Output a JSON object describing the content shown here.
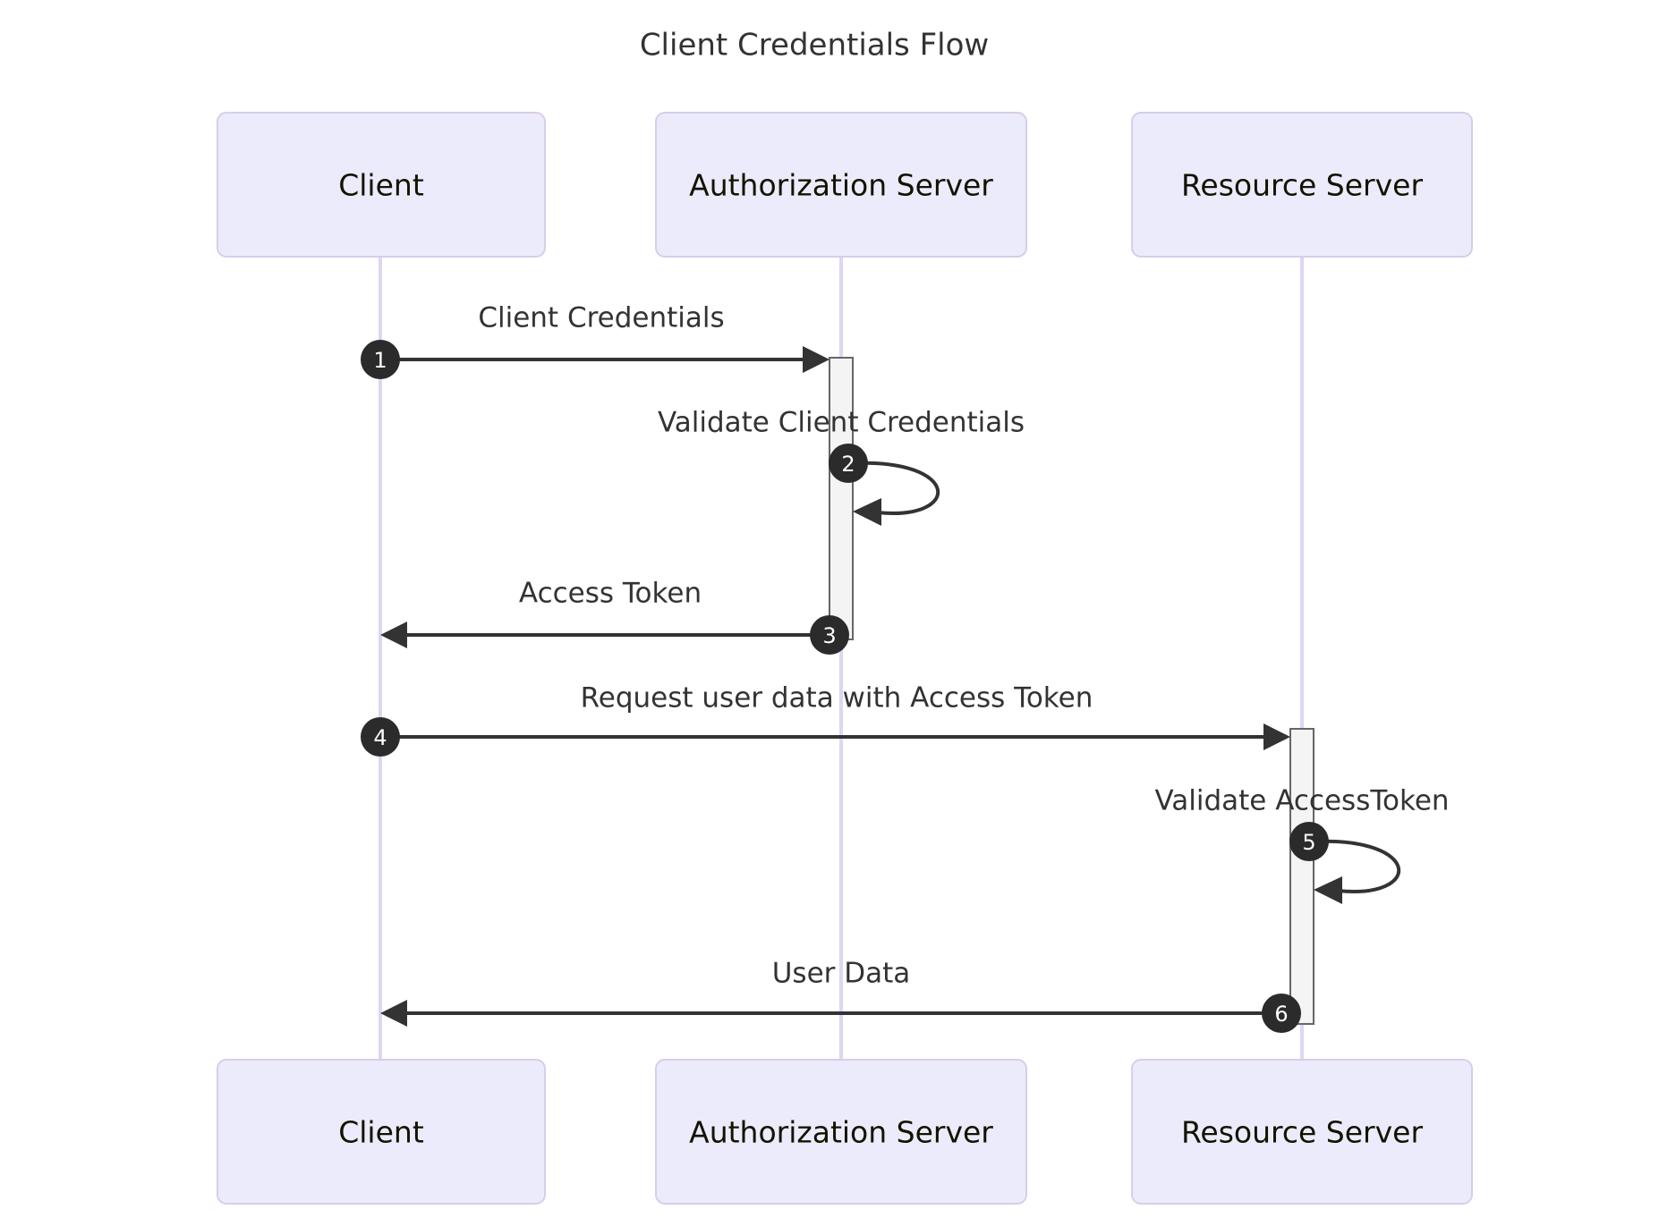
{
  "title": "Client Credentials Flow",
  "colors": {
    "actor_fill": "#ECEBFB",
    "actor_stroke": "#D8CDEB",
    "lifeline": "#DED6F3",
    "activation_fill": "#F4F4F4",
    "activation_stroke": "#666666",
    "line": "#333333",
    "seq_marker_fill": "#2B2B2B",
    "seq_marker_text": "#FFFFFF",
    "background": "#FFFFFF"
  },
  "participants": [
    {
      "id": "client",
      "label": "Client"
    },
    {
      "id": "auth",
      "label": "Authorization Server"
    },
    {
      "id": "resource",
      "label": "Resource Server"
    }
  ],
  "participants_bottom": [
    {
      "id": "client-bottom",
      "label": "Client"
    },
    {
      "id": "auth-bottom",
      "label": "Authorization Server"
    },
    {
      "id": "resource-bottom",
      "label": "Resource Server"
    }
  ],
  "messages": [
    {
      "num": "1",
      "label": "Client Credentials",
      "from": "client",
      "to": "auth",
      "kind": "solid-arrow"
    },
    {
      "num": "2",
      "label": "Validate Client Credentials",
      "from": "auth",
      "to": "auth",
      "kind": "self-loop"
    },
    {
      "num": "3",
      "label": "Access Token",
      "from": "auth",
      "to": "client",
      "kind": "solid-arrow"
    },
    {
      "num": "4",
      "label": "Request user data with Access Token",
      "from": "client",
      "to": "resource",
      "kind": "solid-arrow"
    },
    {
      "num": "5",
      "label": "Validate AccessToken",
      "from": "resource",
      "to": "resource",
      "kind": "self-loop"
    },
    {
      "num": "6",
      "label": "User Data",
      "from": "resource",
      "to": "client",
      "kind": "solid-arrow"
    }
  ],
  "chart_data": {
    "type": "sequence-diagram",
    "title": "Client Credentials Flow",
    "participants": [
      "Client",
      "Authorization Server",
      "Resource Server"
    ],
    "steps": [
      {
        "index": 1,
        "from": "Client",
        "to": "Authorization Server",
        "message": "Client Credentials"
      },
      {
        "index": 2,
        "from": "Authorization Server",
        "to": "Authorization Server",
        "message": "Validate Client Credentials"
      },
      {
        "index": 3,
        "from": "Authorization Server",
        "to": "Client",
        "message": "Access Token"
      },
      {
        "index": 4,
        "from": "Client",
        "to": "Resource Server",
        "message": "Request user data with Access Token"
      },
      {
        "index": 5,
        "from": "Resource Server",
        "to": "Resource Server",
        "message": "Validate AccessToken"
      },
      {
        "index": 6,
        "from": "Resource Server",
        "to": "Client",
        "message": "User Data"
      }
    ]
  }
}
